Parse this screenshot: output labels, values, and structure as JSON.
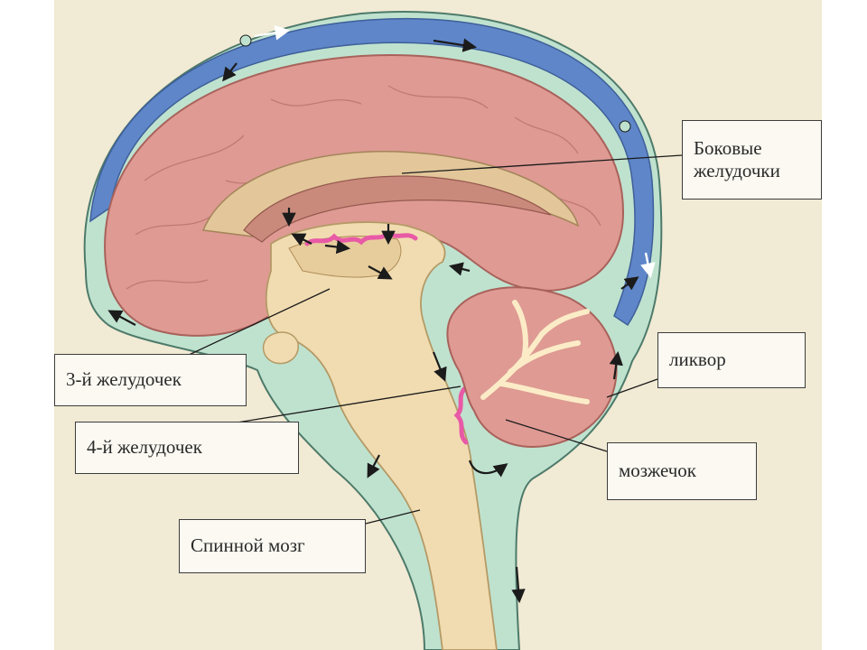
{
  "diagram": {
    "labels": {
      "lateral_ventricles": "Боковые\nжелудочки",
      "third_ventricle": "3-й желудочек",
      "fourth_ventricle": "4-й желудочек",
      "csf": "ликвор",
      "cerebellum": "мозжечок",
      "spinal_cord": "Спинной мозг"
    },
    "colors": {
      "background": "#f1ead4",
      "subarachnoid_space": "#bfe2cf",
      "venous_sinus": "#5e86c9",
      "cerebrum": "#de9a93",
      "ventricle": "#c98a7c",
      "brainstem": "#f1dcb1",
      "choroid_plexus": "#e85aa6",
      "arrow": "#1b1b1b"
    }
  }
}
